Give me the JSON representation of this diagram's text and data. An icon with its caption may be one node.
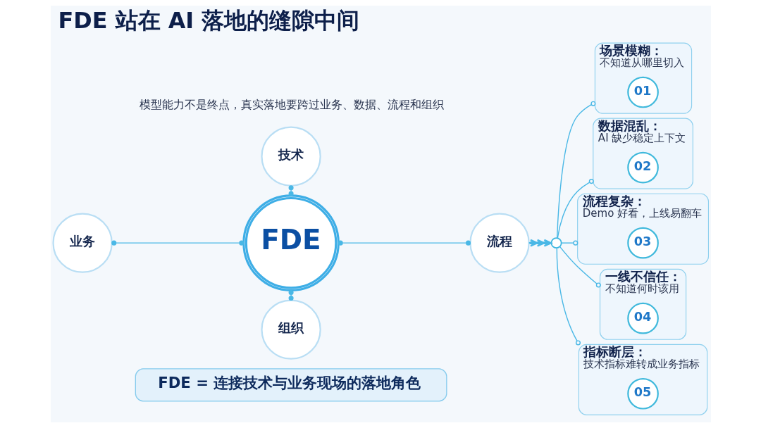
{
  "diagram": {
    "title": "FDE 站在 AI 落地的缝隙中间",
    "nodes": [
      {
        "text": [
          "技术"
        ]
      },
      {
        "text": [
          "业务"
        ]
      },
      {
        "text": [
          "FDE"
        ]
      },
      {
        "text": [
          "流程"
        ]
      },
      {
        "text": [
          "组织"
        ]
      },
      {
        "text": [],
        "shape": "circle"
      },
      {
        "text": [
          "场景模糊：",
          "不知道从哪里切入"
        ]
      },
      {
        "text": [
          "01"
        ],
        "in": 6
      },
      {
        "text": [
          "数据混乱：",
          "AI 缺少稳定上下文"
        ]
      },
      {
        "text": [
          "02"
        ],
        "in": 8
      },
      {
        "text": [
          "流程复杂：",
          "Demo 好看，上线易翻车"
        ]
      },
      {
        "text": [
          "03"
        ],
        "in": 10
      },
      {
        "text": [
          "一线不信任：",
          "不知道何时该用"
        ]
      },
      {
        "text": [
          "04"
        ],
        "in": 12
      },
      {
        "text": [
          "指标断层：",
          "技术指标难转成业务指标"
        ]
      },
      {
        "text": [
          "05"
        ],
        "in": 14
      },
      {
        "text": [
          "FDE = 连接技术与业务现场的落地角色"
        ]
      }
    ],
    "edges": [
      {
        "from": 0,
        "to": 2,
        "arrow": "other"
      },
      {
        "from": 1,
        "to": 2,
        "arrow": "other"
      },
      {
        "from": 2,
        "to": 3,
        "arrow": "other"
      },
      {
        "from": 2,
        "to": 4,
        "arrow": "other"
      },
      {
        "from": 3,
        "to": 5,
        "arrow": "to"
      },
      {
        "from": 5,
        "to": 6,
        "arrow": "other"
      },
      {
        "from": 5,
        "to": 8,
        "arrow": "other"
      },
      {
        "from": 5,
        "to": 10,
        "arrow": "other"
      },
      {
        "from": 5,
        "to": 12,
        "arrow": "other"
      },
      {
        "from": 5,
        "to": 14,
        "arrow": "other"
      }
    ],
    "labels": [
      "模型能力不是终点，真实落地要跨过业务、数据、流程和组织"
    ]
  }
}
